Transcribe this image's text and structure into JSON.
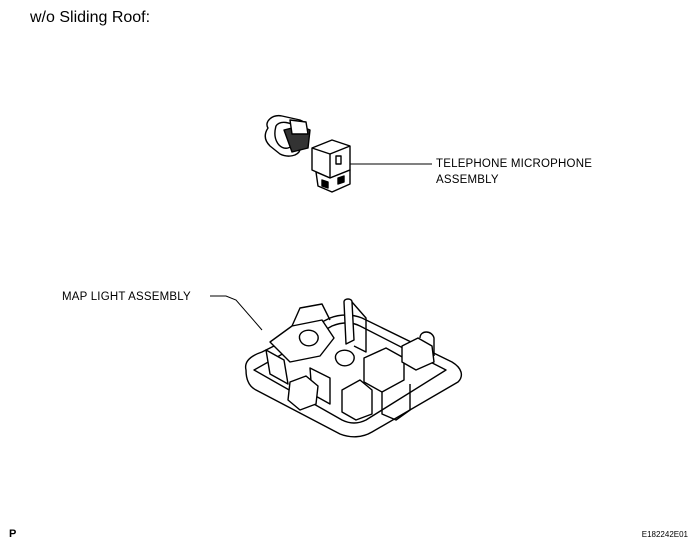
{
  "heading": "w/o Sliding Roof:",
  "labels": {
    "telephone_line1": "TELEPHONE MICROPHONE",
    "telephone_line2": "ASSEMBLY",
    "map_light": "MAP LIGHT ASSEMBLY"
  },
  "footer": {
    "corner_mark": "P",
    "figure_code": "E182242E01"
  }
}
